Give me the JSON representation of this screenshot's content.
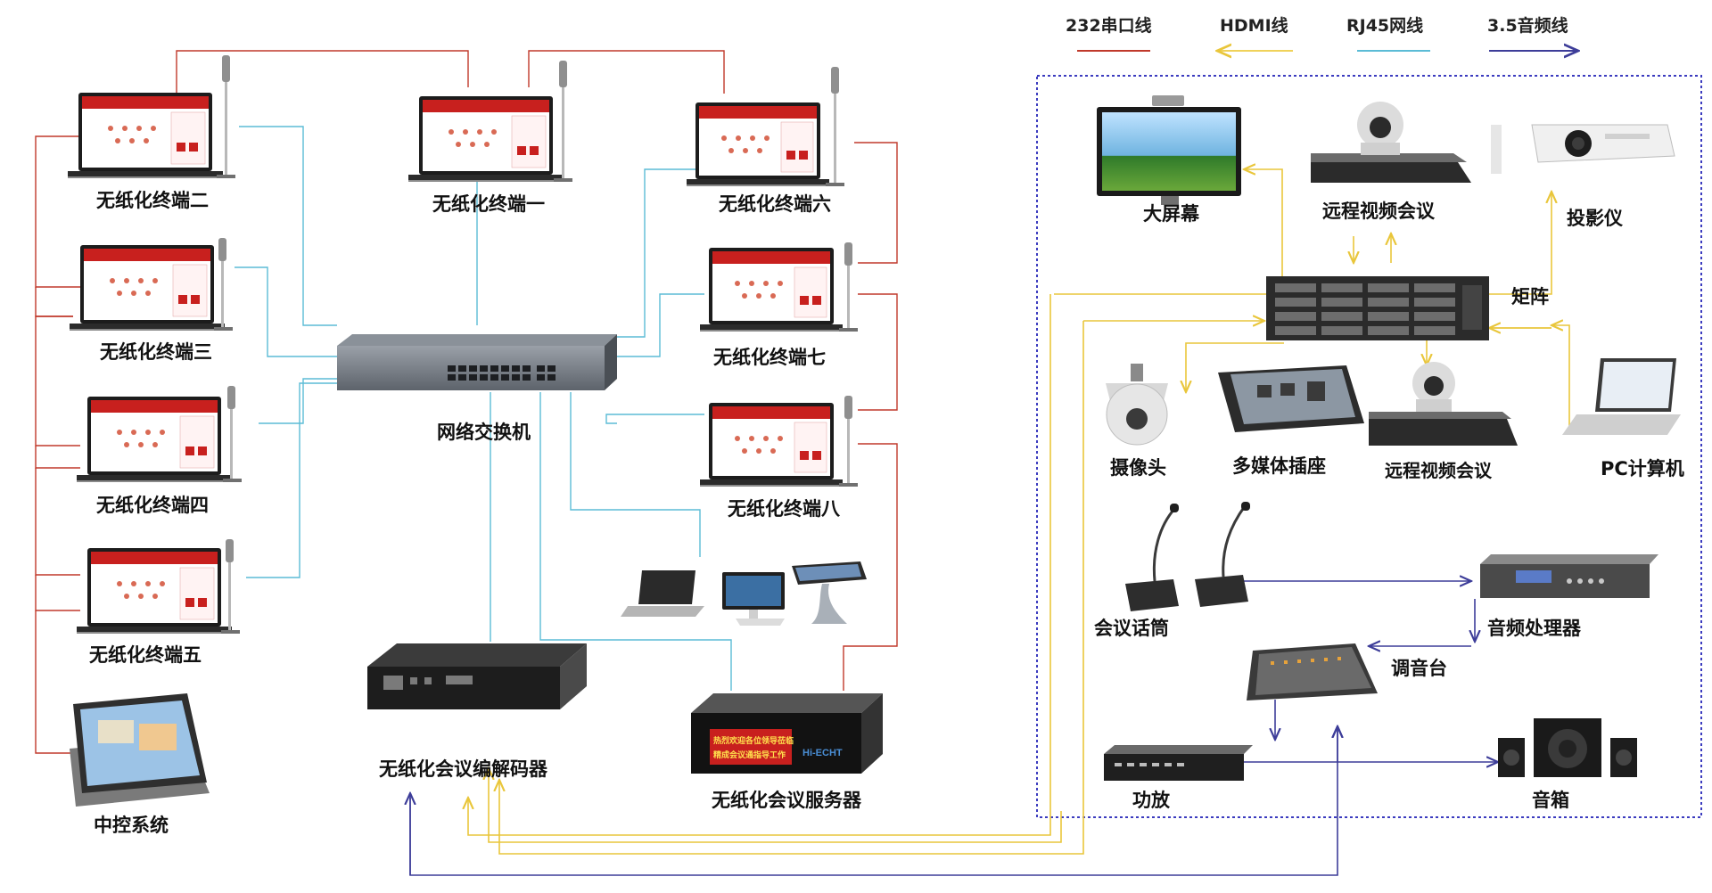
{
  "legend": [
    {
      "label": "232串口线",
      "color": "#c0392b"
    },
    {
      "label": "HDMI线",
      "color": "#f0d25a"
    },
    {
      "label": "RJ45网线",
      "color": "#5bbcd6"
    },
    {
      "label": "3.5音频线",
      "color": "#3d3d99"
    }
  ],
  "terminals": [
    {
      "label": "无纸化终端二"
    },
    {
      "label": "无纸化终端一"
    },
    {
      "label": "无纸化终端六"
    },
    {
      "label": "无纸化终端三"
    },
    {
      "label": "无纸化终端七"
    },
    {
      "label": "无纸化终端四"
    },
    {
      "label": "无纸化终端八"
    },
    {
      "label": "无纸化终端五"
    }
  ],
  "center": {
    "switch_label": "网络交换机",
    "control_label": "中控系统",
    "codec_label": "无纸化会议编解码器",
    "server_label": "无纸化会议服务器",
    "server_screen_line1": "热烈欢迎各位领导莅临",
    "server_screen_line2": "精成会议通指导工作",
    "server_brand": "Hi-ECHT"
  },
  "av": {
    "big_screen": "大屏幕",
    "video_conf_top": "远程视频会议",
    "projector": "投影仪",
    "matrix": "矩阵",
    "camera": "摄像头",
    "multimedia_socket": "多媒体插座",
    "video_conf_mid": "远程视频会议",
    "pc": "PC计算机",
    "mic": "会议话筒",
    "audio_processor": "音频处理器",
    "mixer": "调音台",
    "amplifier": "功放",
    "speaker": "音箱"
  },
  "colors": {
    "rs232": "#c0392b",
    "hdmi": "#f0d25a",
    "rj45": "#5bbcd6",
    "audio": "#3d3d99",
    "screen_red": "#c8201e",
    "boundary": "#3b3bbf"
  }
}
